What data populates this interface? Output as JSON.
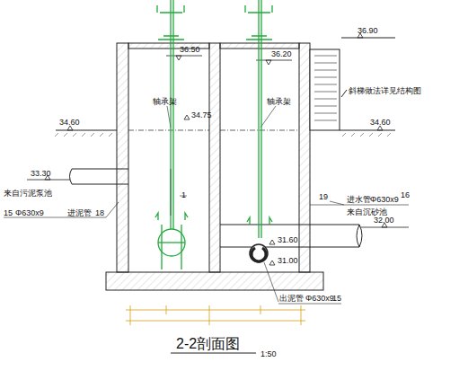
{
  "diagram": {
    "caption": "2-2剖面图",
    "labels": [
      "36.50",
      "36.90",
      "36.20",
      "轴承架",
      "轴承架",
      "34.75",
      "斜梯做法详见结构图",
      "34.60",
      "34.60",
      "33.30",
      "来自污泥泵池",
      "15",
      "Φ630x9",
      "进泥管",
      "18",
      "1",
      "19",
      "进水管",
      "Φ630x9",
      "16",
      "来自沉砂池",
      "32.00",
      "31.60",
      "31.00",
      "出泥管",
      "Φ630x9",
      "15",
      "1:50"
    ]
  }
}
